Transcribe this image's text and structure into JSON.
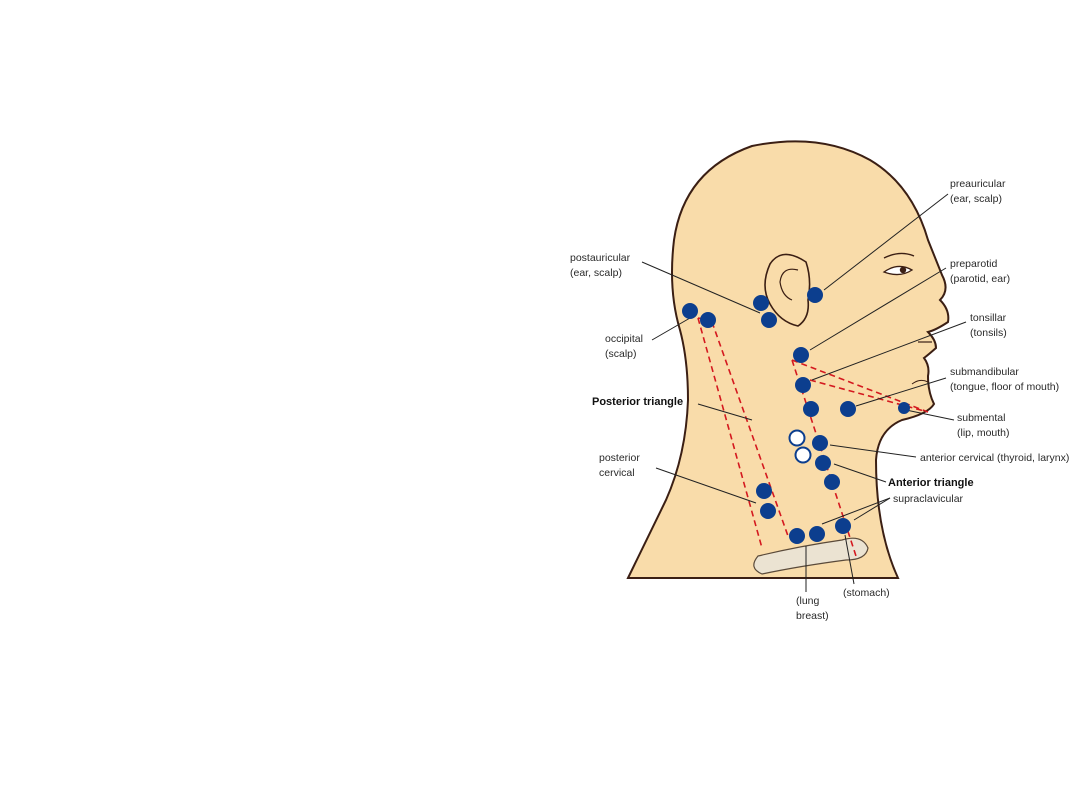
{
  "colors": {
    "skin": "#f9dcaa",
    "outline": "#3b1f14",
    "node": "#0c3e8e",
    "triangle": "#d4191f",
    "clavicle": "#ebe3d2",
    "background": "#ffffff"
  },
  "labels": {
    "preauricular": {
      "line1": "preauricular",
      "line2": "(ear, scalp)"
    },
    "postauricular": {
      "line1": "postauricular",
      "line2": "(ear, scalp)"
    },
    "preparotid": {
      "line1": "preparotid",
      "line2": "(parotid, ear)"
    },
    "tonsillar": {
      "line1": "tonsillar",
      "line2": "(tonsils)"
    },
    "occipital": {
      "line1": "occipital",
      "line2": "(scalp)"
    },
    "submandibular": {
      "line1": "submandibular",
      "line2": "(tongue, floor of mouth)"
    },
    "posterior_triangle": "Posterior triangle",
    "submental": {
      "line1": "submental",
      "line2": "(lip, mouth)"
    },
    "anterior_cervical": "anterior cervical (thyroid, larynx)",
    "posterior_cervical": {
      "line1": "posterior",
      "line2": "cervical"
    },
    "anterior_triangle": "Anterior triangle",
    "supraclavicular": "supraclavicular",
    "stomach": "(stomach)",
    "lung_breast": {
      "line1": "(lung",
      "line2": "breast)"
    }
  }
}
